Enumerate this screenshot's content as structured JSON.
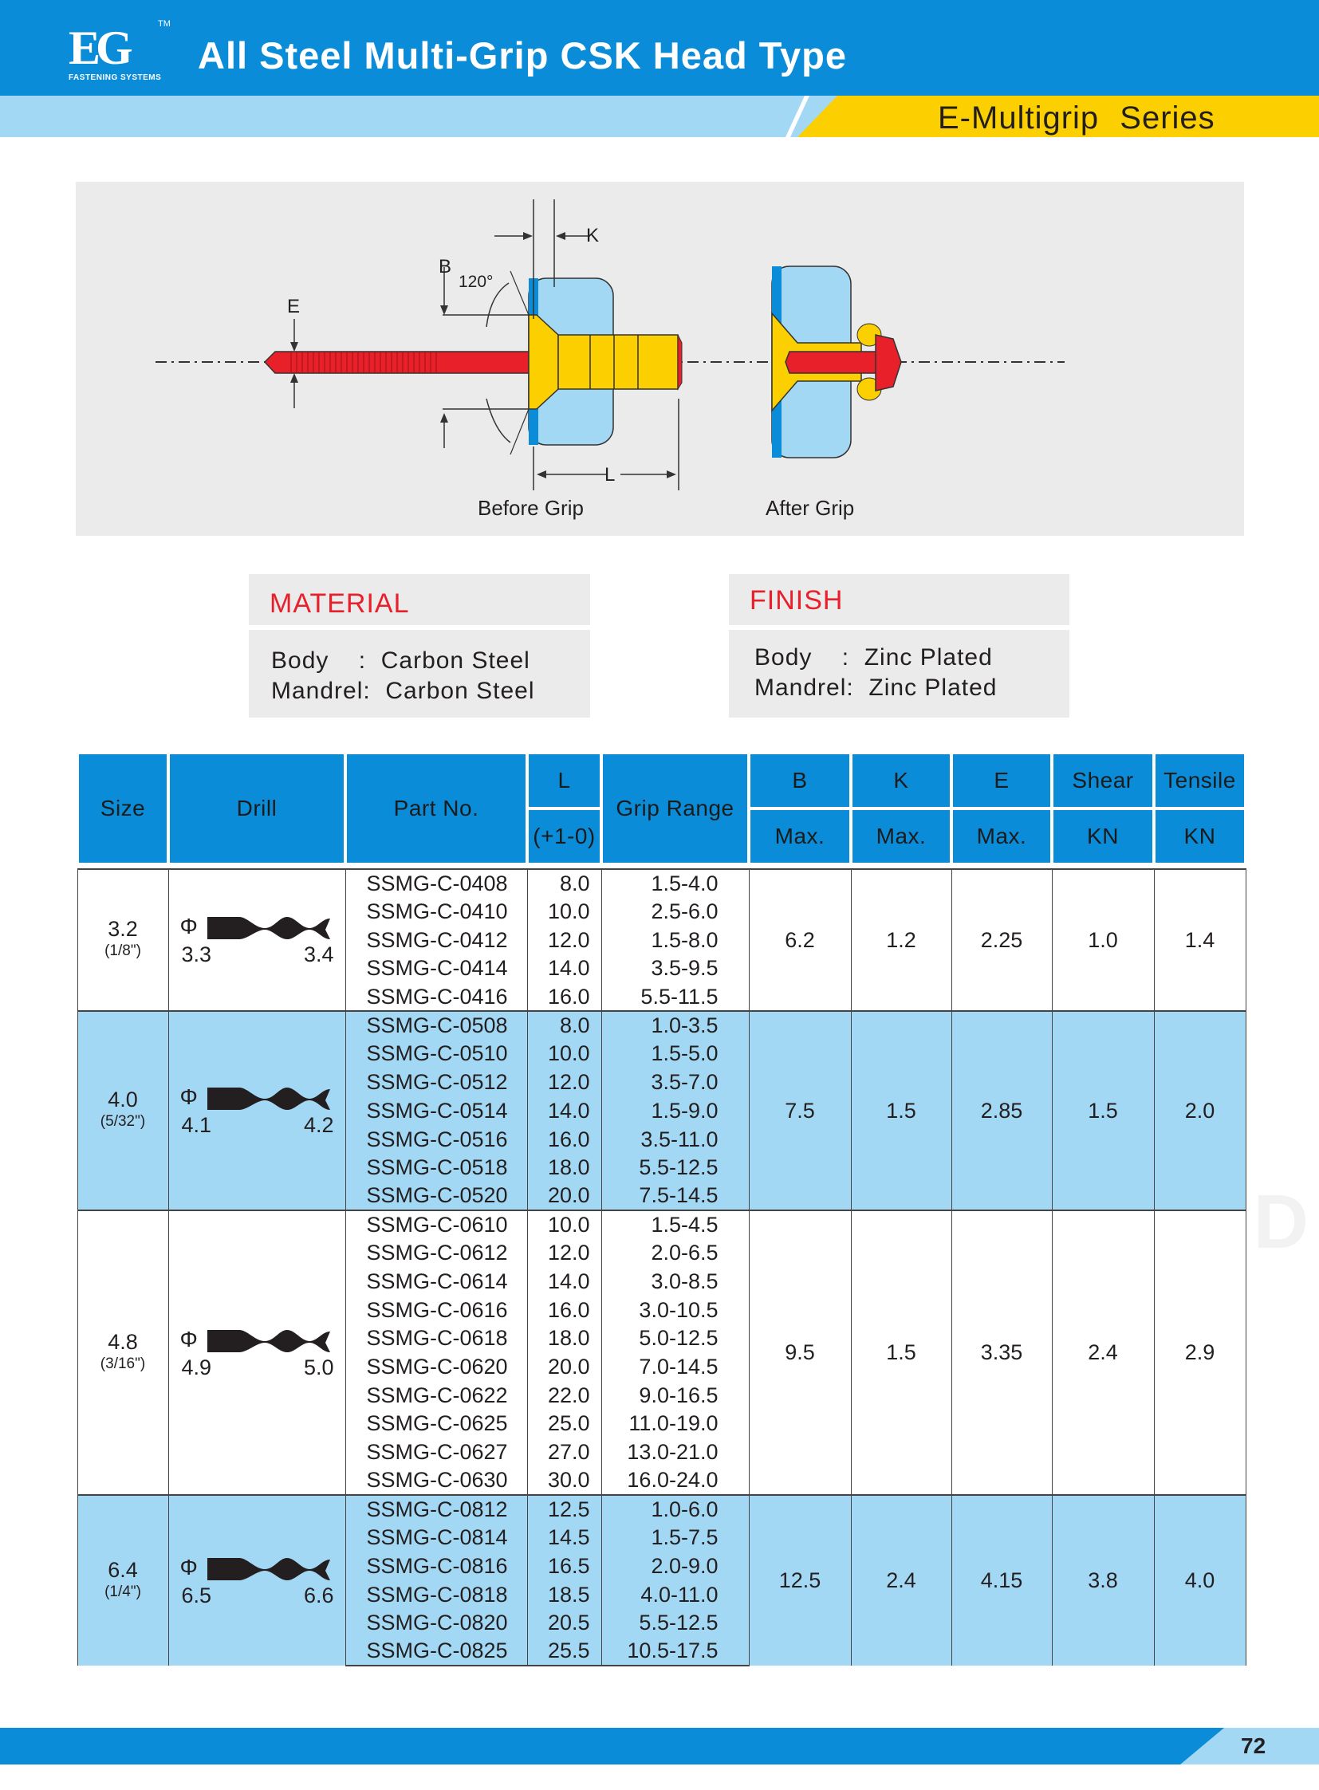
{
  "header": {
    "logo_mark": "EG",
    "logo_sub": "FASTENING SYSTEMS",
    "tm": "TM",
    "title": "All Steel Multi-Grip CSK Head Type",
    "series": "E-Multigrip  Series"
  },
  "diagram": {
    "labels": {
      "B": "B",
      "K": "K",
      "E": "E",
      "L": "L",
      "angle": "120°"
    },
    "before": "Before Grip",
    "after": "After Grip"
  },
  "material": {
    "title": "MATERIAL",
    "body": "Body    :  Carbon Steel",
    "mandrel": "Mandrel:  Carbon Steel"
  },
  "finish": {
    "title": "FINISH",
    "body": "Body    :  Zinc Plated",
    "mandrel": "Mandrel:  Zinc Plated"
  },
  "table": {
    "headers": {
      "size": "Size",
      "drill": "Drill",
      "part": "Part No.",
      "L": "L",
      "L_tol": "(+1-0)",
      "grip": "Grip Range",
      "B": "B",
      "K": "K",
      "E": "E",
      "shear": "Shear",
      "tensile": "Tensile",
      "max": "Max.",
      "kn": "KN"
    },
    "groups": [
      {
        "size": "3.2",
        "inch": "(1/8\")",
        "phi": "Φ",
        "drill_min": "3.3",
        "drill_max": "3.4",
        "B": "6.2",
        "K": "1.2",
        "E": "2.25",
        "shear": "1.0",
        "tensile": "1.4",
        "rows": [
          [
            "SSMG-C-0408",
            "8.0",
            "1.5-4.0"
          ],
          [
            "SSMG-C-0410",
            "10.0",
            "2.5-6.0"
          ],
          [
            "SSMG-C-0412",
            "12.0",
            "1.5-8.0"
          ],
          [
            "SSMG-C-0414",
            "14.0",
            "3.5-9.5"
          ],
          [
            "SSMG-C-0416",
            "16.0",
            "5.5-11.5"
          ]
        ]
      },
      {
        "size": "4.0",
        "inch": "(5/32\")",
        "phi": "Φ",
        "drill_min": "4.1",
        "drill_max": "4.2",
        "B": "7.5",
        "K": "1.5",
        "E": "2.85",
        "shear": "1.5",
        "tensile": "2.0",
        "rows": [
          [
            "SSMG-C-0508",
            "8.0",
            "1.0-3.5"
          ],
          [
            "SSMG-C-0510",
            "10.0",
            "1.5-5.0"
          ],
          [
            "SSMG-C-0512",
            "12.0",
            "3.5-7.0"
          ],
          [
            "SSMG-C-0514",
            "14.0",
            "1.5-9.0"
          ],
          [
            "SSMG-C-0516",
            "16.0",
            "3.5-11.0"
          ],
          [
            "SSMG-C-0518",
            "18.0",
            "5.5-12.5"
          ],
          [
            "SSMG-C-0520",
            "20.0",
            "7.5-14.5"
          ]
        ]
      },
      {
        "size": "4.8",
        "inch": "(3/16\")",
        "phi": "Φ",
        "drill_min": "4.9",
        "drill_max": "5.0",
        "B": "9.5",
        "K": "1.5",
        "E": "3.35",
        "shear": "2.4",
        "tensile": "2.9",
        "rows": [
          [
            "SSMG-C-0610",
            "10.0",
            "1.5-4.5"
          ],
          [
            "SSMG-C-0612",
            "12.0",
            "2.0-6.5"
          ],
          [
            "SSMG-C-0614",
            "14.0",
            "3.0-8.5"
          ],
          [
            "SSMG-C-0616",
            "16.0",
            "3.0-10.5"
          ],
          [
            "SSMG-C-0618",
            "18.0",
            "5.0-12.5"
          ],
          [
            "SSMG-C-0620",
            "20.0",
            "7.0-14.5"
          ],
          [
            "SSMG-C-0622",
            "22.0",
            "9.0-16.5"
          ],
          [
            "SSMG-C-0625",
            "25.0",
            "11.0-19.0"
          ],
          [
            "SSMG-C-0627",
            "27.0",
            "13.0-21.0"
          ],
          [
            "SSMG-C-0630",
            "30.0",
            "16.0-24.0"
          ]
        ]
      },
      {
        "size": "6.4",
        "inch": "(1/4\")",
        "phi": "Φ",
        "drill_min": "6.5",
        "drill_max": "6.6",
        "B": "12.5",
        "K": "2.4",
        "E": "4.15",
        "shear": "3.8",
        "tensile": "4.0",
        "rows": [
          [
            "SSMG-C-0812",
            "12.5",
            "1.0-6.0"
          ],
          [
            "SSMG-C-0814",
            "14.5",
            "1.5-7.5"
          ],
          [
            "SSMG-C-0816",
            "16.5",
            "2.0-9.0"
          ],
          [
            "SSMG-C-0818",
            "18.5",
            "4.0-11.0"
          ],
          [
            "SSMG-C-0820",
            "20.5",
            "5.5-12.5"
          ],
          [
            "SSMG-C-0825",
            "25.5",
            "10.5-17.5"
          ]
        ]
      }
    ]
  },
  "watermark": "EVER GRAND",
  "footer": {
    "page": "72"
  },
  "colors": {
    "blue": "#0a8cd8",
    "light_blue": "#a3d8f4",
    "yellow": "#fccf00",
    "red": "#e8202a"
  }
}
